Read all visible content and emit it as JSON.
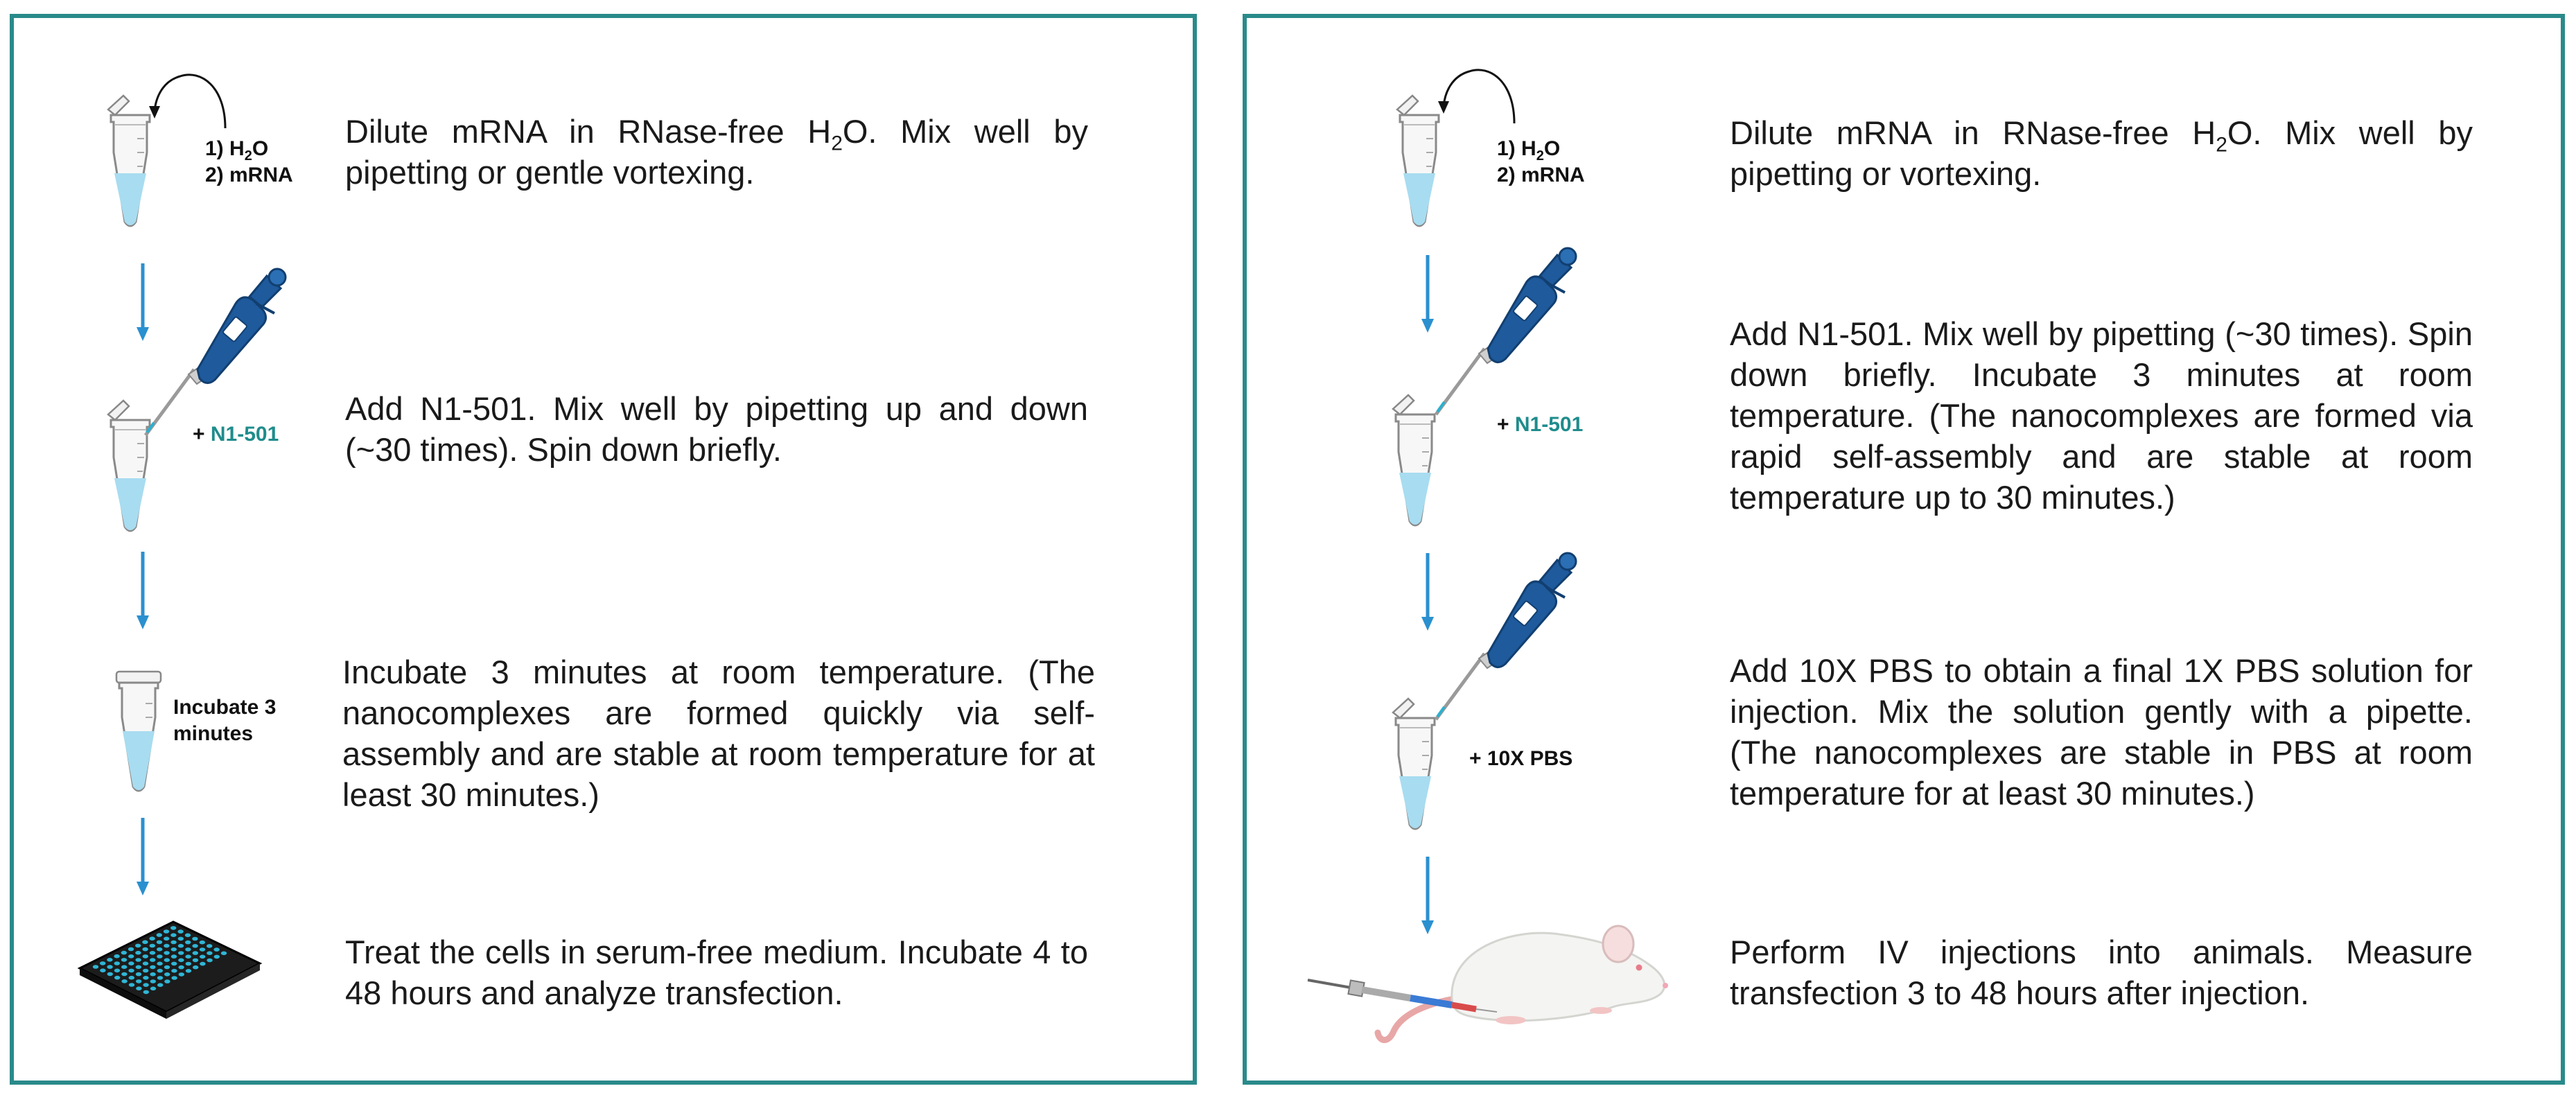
{
  "colors": {
    "border": "#2a8a8a",
    "arrow": "#2b90cf",
    "reagent_text": "#1f8c8c",
    "liquid": "#a8dcf0",
    "pipette": "#1e5a9c"
  },
  "icons": [
    "tube-icon",
    "curved-arrow-icon",
    "pipette-icon",
    "down-arrow-icon",
    "well-plate-icon",
    "mouse-icon",
    "syringe-icon"
  ],
  "left_panel": {
    "step1": {
      "label_line1_pre": "1) H",
      "label_line1_sub": "2",
      "label_line1_post": "O",
      "label_line2": "2) mRNA",
      "text_pre": "Dilute mRNA in RNase-free H",
      "text_sub": "2",
      "text_post": "O. Mix well by pipetting or gentle vortexing."
    },
    "step2": {
      "label_prefix": "+ ",
      "label_reagent": "N1-501",
      "text": "Add N1-501. Mix well by pipetting up and down (~30 times). Spin down briefly."
    },
    "step3": {
      "label_line1": "Incubate 3",
      "label_line2": "minutes",
      "text": "Incubate 3 minutes at room temperature. (The nanocomplexes are formed quickly via self-assembly and are stable at room temperature for at least 30 minutes.)"
    },
    "step4": {
      "text": "Treat the cells in serum-free medium. Incubate 4 to 48 hours and analyze transfection."
    }
  },
  "right_panel": {
    "step1": {
      "label_line1_pre": "1) H",
      "label_line1_sub": "2",
      "label_line1_post": "O",
      "label_line2": "2) mRNA",
      "text_pre": "Dilute mRNA in RNase-free H",
      "text_sub": "2",
      "text_post": "O. Mix well by pipetting or vortexing."
    },
    "step2": {
      "label_prefix": "+ ",
      "label_reagent": "N1-501",
      "text": "Add N1-501. Mix well by pipetting (~30 times). Spin down briefly. Incubate 3 minutes at room temperature. (The nanocomplexes are formed via rapid self-assembly and are stable at room temperature up to 30 minutes.)"
    },
    "step3": {
      "label": "+ 10X PBS",
      "text": "Add 10X PBS to obtain a final 1X PBS solution for injection. Mix the solution gently with a pipette. (The nanocomplexes are stable in PBS at room temperature for at least 30 minutes.)"
    },
    "step4": {
      "text": "Perform IV injections into animals. Measure transfection 3 to 48 hours after injection."
    }
  }
}
